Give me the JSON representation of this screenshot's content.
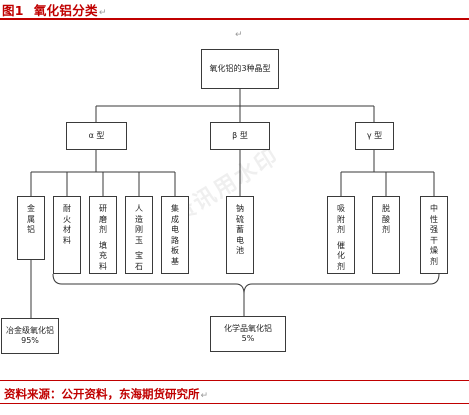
{
  "header": {
    "figure_number": "图1",
    "title": "氧化铝分类",
    "paragraph_mark": "↵"
  },
  "diagram": {
    "root": {
      "label": "氧化铝的3种晶型"
    },
    "types": [
      {
        "label": "α 型"
      },
      {
        "label": "β 型"
      },
      {
        "label": "γ 型"
      }
    ],
    "uses": [
      {
        "lines": [
          "金",
          "属",
          "铝"
        ]
      },
      {
        "lines": [
          "耐",
          "火",
          "材",
          "料"
        ]
      },
      {
        "lines": [
          "研",
          "磨",
          "剂",
          "",
          "填",
          "充",
          "料"
        ]
      },
      {
        "lines": [
          "人",
          "造",
          "刚",
          "玉",
          "",
          "宝",
          "石"
        ]
      },
      {
        "lines": [
          "集",
          "成",
          "电",
          "路",
          "板",
          "基"
        ]
      },
      {
        "lines": [
          "钠",
          "硫",
          "蓄",
          "电",
          "池"
        ]
      },
      {
        "lines": [
          "吸",
          "附",
          "剂",
          "",
          "催",
          "化",
          "剂"
        ]
      },
      {
        "lines": [
          "脱",
          "酸",
          "剂"
        ]
      },
      {
        "lines": [
          "中",
          "性",
          "强",
          "干",
          "燥",
          "剂"
        ]
      }
    ],
    "categories": [
      {
        "label": "冶金级氧化铝",
        "share": "95%"
      },
      {
        "label": "化学品氧化铝",
        "share": "5%"
      }
    ],
    "watermark": "资讯用水印"
  },
  "footer": {
    "source_text": "资料来源：公开资料，东海期货研究所"
  },
  "colors": {
    "accent_red": "#c00000",
    "line": "#3a3a3a"
  }
}
